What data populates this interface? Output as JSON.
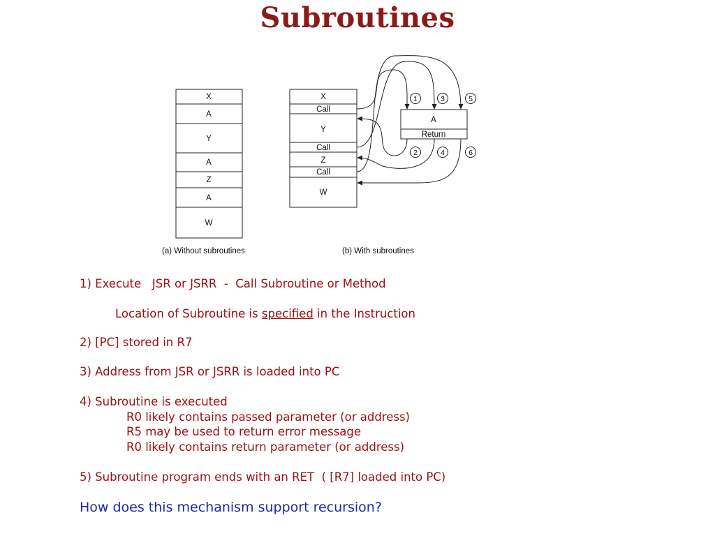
{
  "title": "Subroutines",
  "diagram": {
    "stack_a": [
      "X",
      "A",
      "Y",
      "A",
      "Z",
      "A",
      "W"
    ],
    "stack_b": [
      "X",
      "Call",
      "Y",
      "Call",
      "Z",
      "Call",
      "W"
    ],
    "subroutine": {
      "name": "A",
      "return_label": "Return"
    },
    "step_numbers_top": [
      "1",
      "3",
      "5"
    ],
    "step_numbers_bottom": [
      "2",
      "4",
      "6"
    ],
    "caption_a": "(a) Without subroutines",
    "caption_b": "(b) With subroutines"
  },
  "steps": {
    "s1": "1) Execute   JSR or JSRR  -  Call Subroutine or Method",
    "s1_sub_pre": "Location of Subroutine is ",
    "s1_sub_u": "specified",
    "s1_sub_post": " in the Instruction",
    "s2": "2) [PC] stored in R7",
    "s3": "3) Address from JSR or JSRR is loaded into PC",
    "s4": "4) Subroutine is executed",
    "s4a": "R0 likely contains passed parameter (or address)",
    "s4b": "R5 may be used to return error message",
    "s4c": "R0 likely contains return parameter (or address)",
    "s5": "5) Subroutine program ends with an RET  ( [R7] loaded into PC)"
  },
  "question": "How does this mechanism support recursion?",
  "colors": {
    "title": "#8b1a1a",
    "body": "#9b1010",
    "question": "#1a2aa6"
  }
}
